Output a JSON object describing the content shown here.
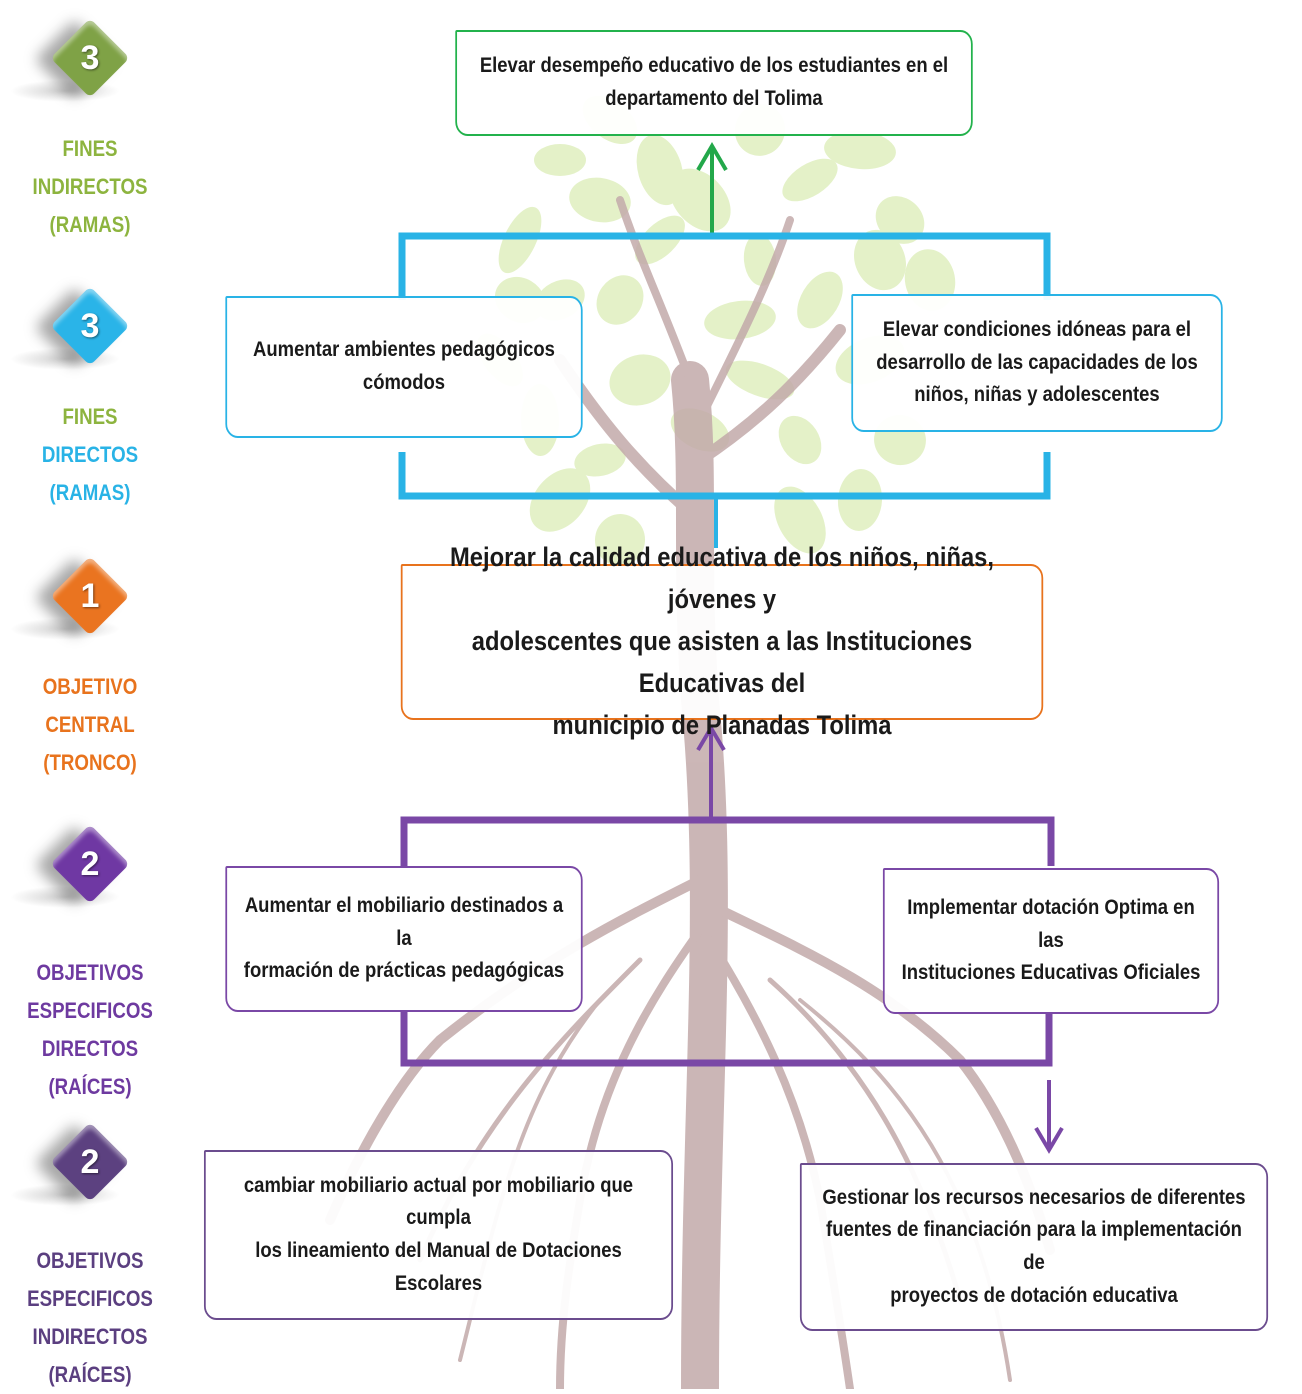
{
  "colors": {
    "green": "#7a9a3e",
    "blue": "#29b3e6",
    "orange": "#e8731d",
    "purple": "#6e3aa0",
    "dark_purple": "#5b3f80",
    "tree_trunk": "#b59a9a",
    "leaf": "#d9ecb0"
  },
  "levels": [
    {
      "number": "3",
      "lines": [
        "FINES",
        "INDIRECTOS",
        "(RAMAS)"
      ],
      "line_colors": [
        "#8db43f",
        "#8db43f",
        "#8db43f"
      ],
      "icon": "diamond-icon"
    },
    {
      "number": "3",
      "lines": [
        "FINES",
        "DIRECTOS",
        "(RAMAS)"
      ],
      "line_colors": [
        "#8db43f",
        "#29b3e6",
        "#29b3e6"
      ],
      "icon": "diamond-icon"
    },
    {
      "number": "1",
      "lines": [
        "OBJETIVO",
        "CENTRAL",
        "(TRONCO)"
      ],
      "line_colors": [
        "#e8731d",
        "#e8731d",
        "#e8731d"
      ],
      "icon": "diamond-icon"
    },
    {
      "number": "2",
      "lines": [
        "OBJETIVOS",
        "ESPECIFICOS",
        "DIRECTOS",
        "(RAÍCES)"
      ],
      "line_colors": [
        "#6e3aa0",
        "#6e3aa0",
        "#6e3aa0",
        "#6e3aa0"
      ],
      "icon": "diamond-icon"
    },
    {
      "number": "2",
      "lines": [
        "OBJETIVOS",
        "ESPECIFICOS",
        "INDIRECTOS",
        "(RAÍCES)"
      ],
      "line_colors": [
        "#5b3f80",
        "#5b3f80",
        "#5b3f80",
        "#5b3f80"
      ],
      "icon": "diamond-icon"
    }
  ],
  "boxes": {
    "fin_indirecto": [
      "Elevar desempeño educativo de los estudiantes en el",
      "departamento del Tolima"
    ],
    "fin_directo_1": [
      "Aumentar ambientes pedagógicos",
      "cómodos"
    ],
    "fin_directo_2": [
      "Elevar condiciones idóneas para el",
      "desarrollo de las capacidades de los",
      "niños, niñas y adolescentes"
    ],
    "objetivo_central": [
      "Mejorar la calidad educativa de los niños, niñas, jóvenes y",
      "adolescentes que asisten a las Instituciones Educativas del",
      "municipio de Planadas Tolima"
    ],
    "especifico_directo_1": [
      "Aumentar el mobiliario destinados a la",
      "formación de prácticas pedagógicas"
    ],
    "especifico_directo_2": [
      "Implementar dotación Optima en las",
      "Instituciones Educativas Oficiales"
    ],
    "especifico_indirecto_1": [
      "cambiar mobiliario actual por mobiliario que cumpla",
      "los lineamiento del Manual de Dotaciones Escolares"
    ],
    "especifico_indirecto_2": [
      "Gestionar los recursos necesarios de diferentes",
      "fuentes de financiación para la implementación de",
      "proyectos de dotación educativa"
    ]
  }
}
